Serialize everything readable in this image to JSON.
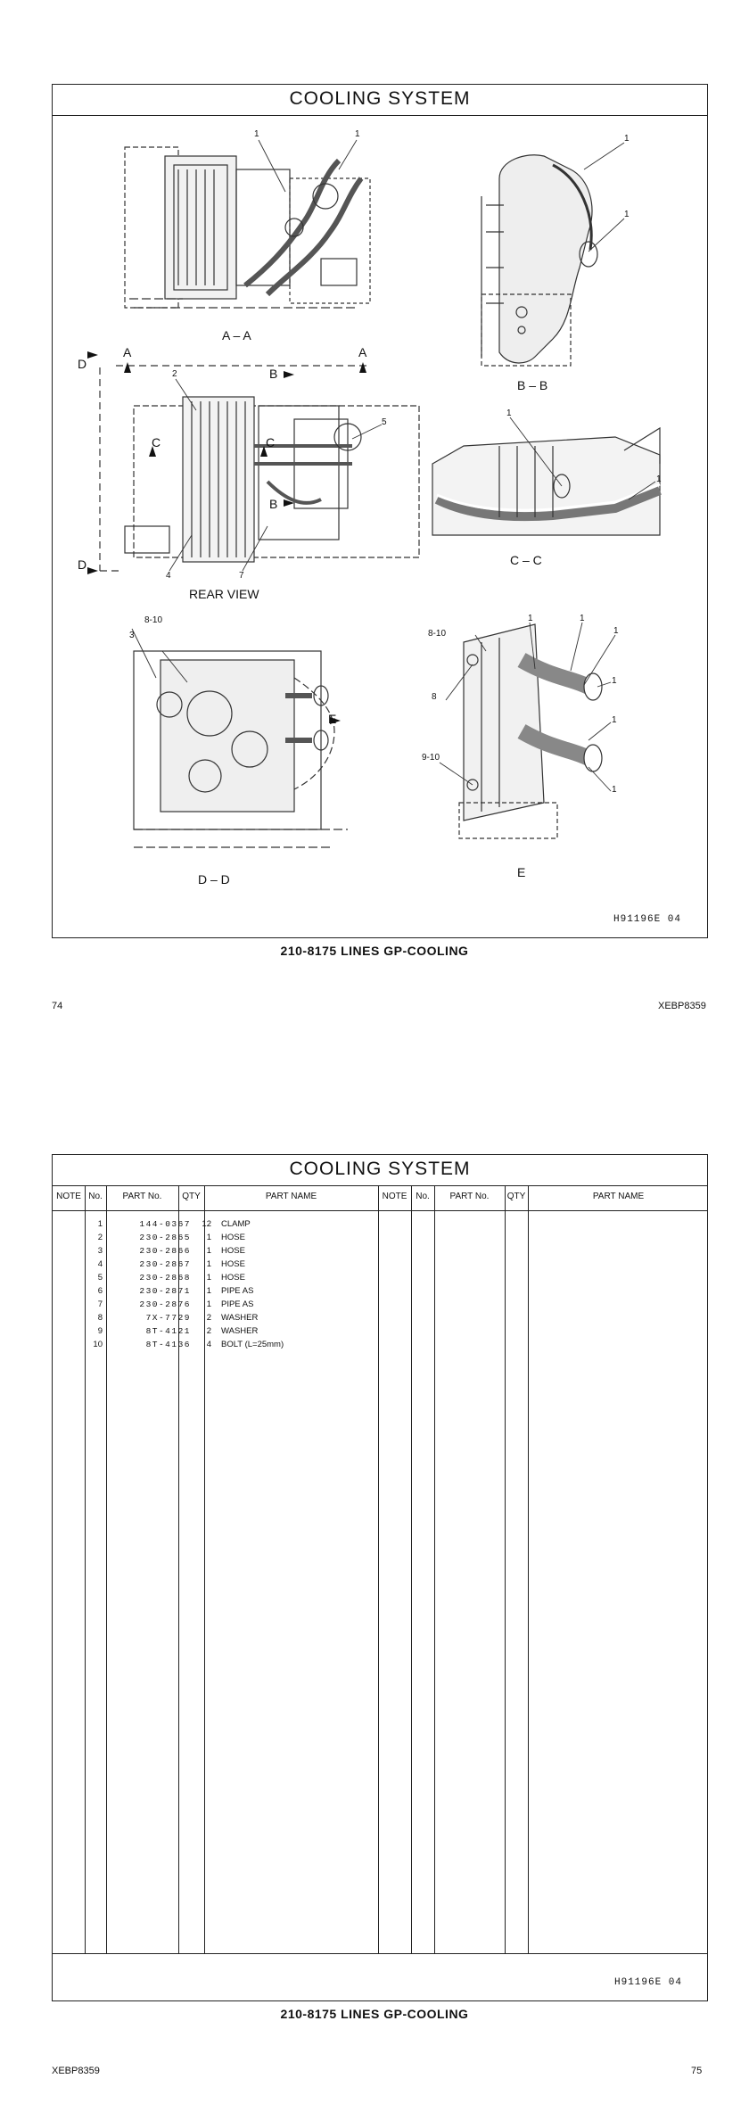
{
  "page74": {
    "title": "COOLING  SYSTEM",
    "view_labels": {
      "aa": "A – A",
      "bb": "B – B",
      "cc": "C – C",
      "dd": "D – D",
      "e": "E",
      "rear_view": "REAR  VIEW"
    },
    "section_letters": {
      "d": "D",
      "a": "A",
      "b": "B",
      "c": "C",
      "e": "E"
    },
    "callouts": [
      "1",
      "2",
      "3",
      "4",
      "5",
      "7",
      "8",
      "8-10",
      "9-10"
    ],
    "drawing_code": "H91196E   04",
    "caption": "210-8175  LINES  GP-COOLING",
    "page_number": "74",
    "doc_code": "XEBP8359"
  },
  "page75": {
    "title": "COOLING  SYSTEM",
    "headers": {
      "note": "NOTE",
      "no": "No.",
      "part_no": "PART No.",
      "qty": "QTY",
      "part_name": "PART NAME"
    },
    "parts": [
      {
        "no": "1",
        "part_no": "144-0367",
        "qty": "12",
        "name": "CLAMP"
      },
      {
        "no": "2",
        "part_no": "230-2865",
        "qty": "1",
        "name": "HOSE"
      },
      {
        "no": "3",
        "part_no": "230-2866",
        "qty": "1",
        "name": "HOSE"
      },
      {
        "no": "4",
        "part_no": "230-2867",
        "qty": "1",
        "name": "HOSE"
      },
      {
        "no": "5",
        "part_no": "230-2868",
        "qty": "1",
        "name": "HOSE"
      },
      {
        "no": "6",
        "part_no": "230-2871",
        "qty": "1",
        "name": "PIPE AS"
      },
      {
        "no": "7",
        "part_no": "230-2876",
        "qty": "1",
        "name": "PIPE AS"
      },
      {
        "no": "8",
        "part_no": "7X-7729",
        "qty": "2",
        "name": "WASHER"
      },
      {
        "no": "9",
        "part_no": "8T-4121",
        "qty": "2",
        "name": "WASHER"
      },
      {
        "no": "10",
        "part_no": "8T-4136",
        "qty": "4",
        "name": "BOLT (L=25mm)"
      }
    ],
    "drawing_code": "H91196E   04",
    "caption": "210-8175  LINES  GP-COOLING",
    "page_number": "75",
    "doc_code": "XEBP8359"
  }
}
